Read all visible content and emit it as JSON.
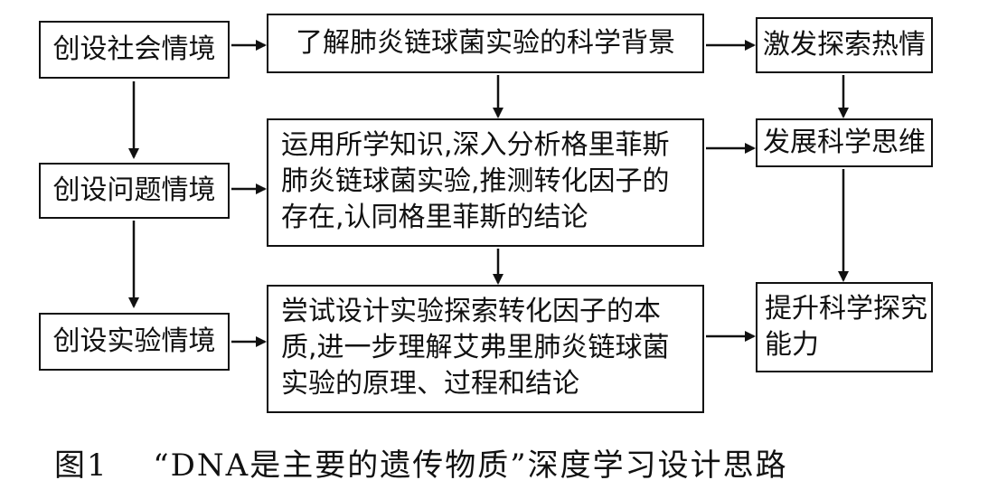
{
  "diagram": {
    "left": {
      "social": "创设社会情境",
      "problem": "创设问题情境",
      "experiment": "创设实验情境"
    },
    "middle": {
      "background": "了解肺炎链球菌实验的科学背景",
      "analysis_lines": [
        "运用所学知识,深入分析格里菲斯",
        "肺炎链球菌实验,推测转化因子的",
        "存在,认同格里菲斯的结论"
      ],
      "design_lines": [
        "尝试设计实验探索转化因子的本",
        "质,进一步理解艾弗里肺炎链球菌",
        "实验的原理、过程和结论"
      ]
    },
    "right": {
      "passion": "激发探索热情",
      "thinking": "发展科学思维",
      "ability_lines": [
        "提升科学探究",
        "能力"
      ]
    }
  },
  "caption": {
    "label": "图1",
    "text": "“DNA是主要的遗传物质”深度学习设计思路"
  }
}
